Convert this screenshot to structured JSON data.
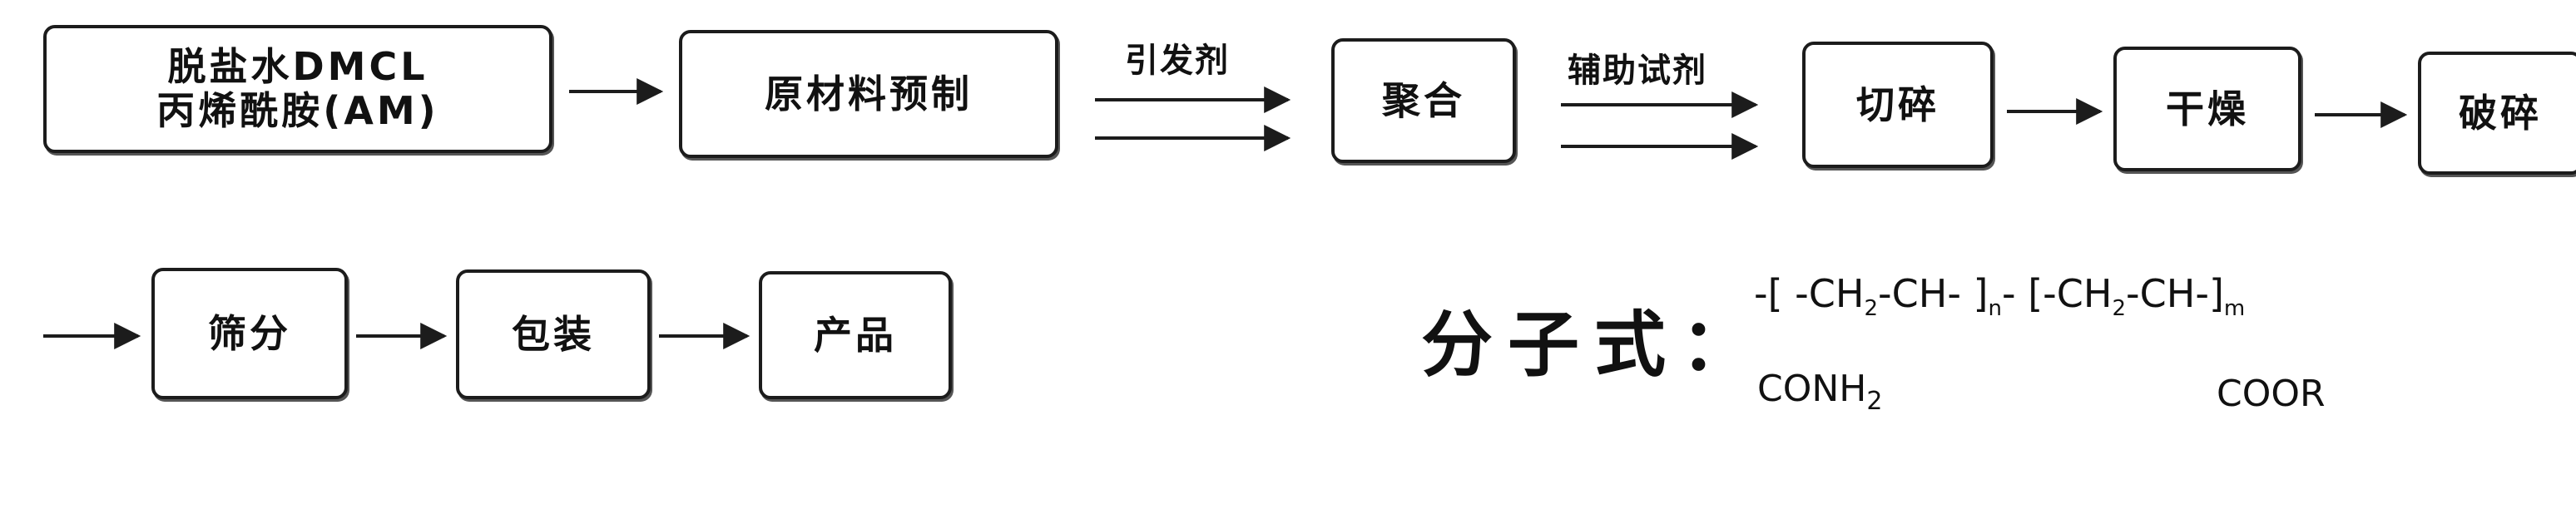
{
  "nodes": {
    "raw_materials": [
      "脱盐水DMCL",
      "丙烯酰胺(AM)"
    ],
    "prep": "原材料预制",
    "polymerize": "聚合",
    "cut": "切碎",
    "dry": "干燥",
    "grind": "破碎",
    "sieve": "筛分",
    "pack": "包装",
    "product": "产品"
  },
  "edge_labels": {
    "initiator": "引发剂",
    "auxiliary": "辅助试剂"
  },
  "formula": {
    "title": "分子式：",
    "part1": "-[ -CH",
    "sub1": "2",
    "part2": "-CH- ]",
    "n": "n",
    "part3": "- [-CH",
    "sub2": "2",
    "part4": "-CH-]",
    "m": "m",
    "group1": "CONH",
    "group1_sub": "2",
    "group2": "COOR"
  }
}
